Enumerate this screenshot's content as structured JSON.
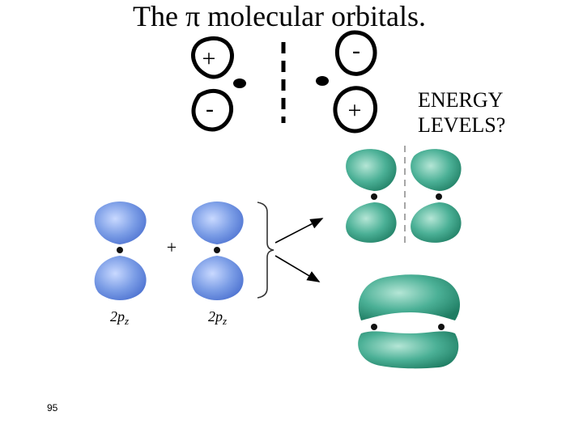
{
  "title": "The π molecular orbitals.",
  "side_note": {
    "line1": "ENERGY",
    "line2": "LEVELS?"
  },
  "sketch_signs": {
    "left_top": "+",
    "left_bottom": "-",
    "right_top": "-",
    "right_bottom": "+"
  },
  "combination": {
    "plus": "+",
    "orbital_label_prefix": "2p",
    "orbital_label_subscript": "z"
  },
  "page_number": "95",
  "colors": {
    "atomic_orbital_blue": "#6f93e0",
    "molecular_orbital_green": "#3a9e83",
    "line_black": "#000000",
    "dashed_gray": "#888888"
  }
}
